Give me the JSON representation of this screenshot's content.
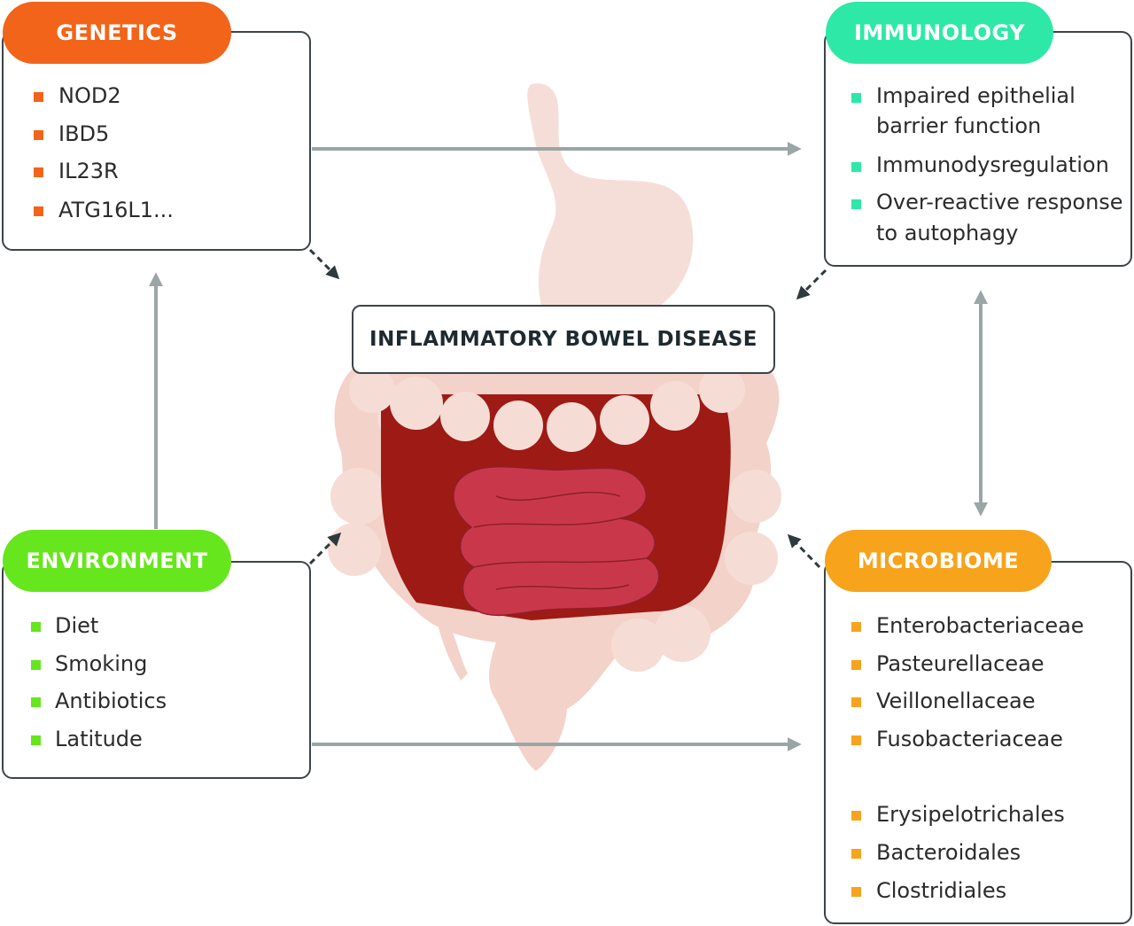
{
  "title": "INFLAMMATORY BOWEL DISEASE",
  "colors": {
    "genetics": "#f26419",
    "immunology": "#2ee8a8",
    "environment": "#66e61c",
    "microbiome": "#f8a31c",
    "arrow": "#9aa6a6",
    "border": "#3d4448"
  },
  "genetics": {
    "heading": "GENETICS",
    "items": [
      "NOD2",
      "IBD5",
      "IL23R",
      "ATG16L1..."
    ]
  },
  "immunology": {
    "heading": "IMMUNOLOGY",
    "items": [
      [
        "Impaired epithelial",
        "barrier function"
      ],
      [
        "Immunodysregulation"
      ],
      [
        "Over-reactive response",
        "to autophagy"
      ]
    ]
  },
  "environment": {
    "heading": "ENVIRONMENT",
    "items": [
      "Diet",
      "Smoking",
      "Antibiotics",
      "Latitude"
    ]
  },
  "microbiome": {
    "heading": "MICROBIOME",
    "increased": [
      "Enterobacteriaceae",
      "Pasteurellaceae",
      "Veillonellaceae",
      "Fusobacteriaceae"
    ],
    "decreased": [
      "Erysipelotrichales",
      "Bacteroidales",
      "Clostridiales"
    ]
  }
}
